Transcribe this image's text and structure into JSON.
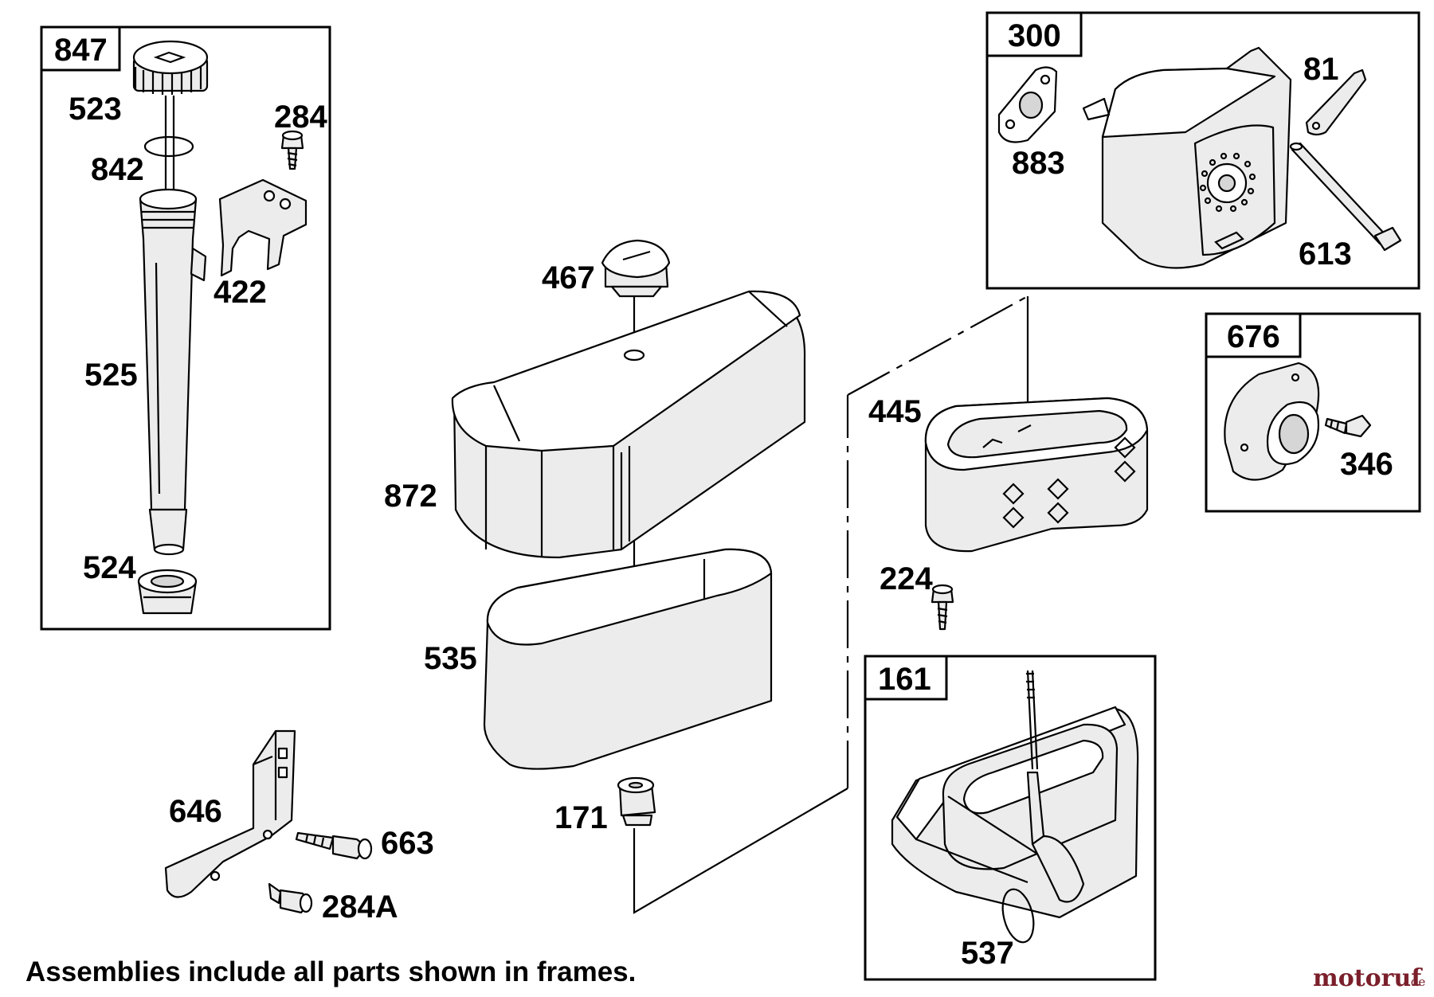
{
  "diagram": {
    "frames": [
      {
        "id": "847",
        "label": "847"
      },
      {
        "id": "300",
        "label": "300"
      },
      {
        "id": "676",
        "label": "676"
      },
      {
        "id": "161",
        "label": "161"
      }
    ],
    "parts": {
      "p523": "523",
      "p284": "284",
      "p842": "842",
      "p422": "422",
      "p525": "525",
      "p524": "524",
      "p467": "467",
      "p872": "872",
      "p535": "535",
      "p171": "171",
      "p646": "646",
      "p663": "663",
      "p284a": "284A",
      "p883": "883",
      "p81": "81",
      "p613": "613",
      "p445": "445",
      "p346": "346",
      "p224": "224",
      "p537": "537"
    },
    "footnote": "Assemblies include all parts shown in frames.",
    "watermark": {
      "brand": "motoruf",
      "tld": ".de"
    }
  }
}
